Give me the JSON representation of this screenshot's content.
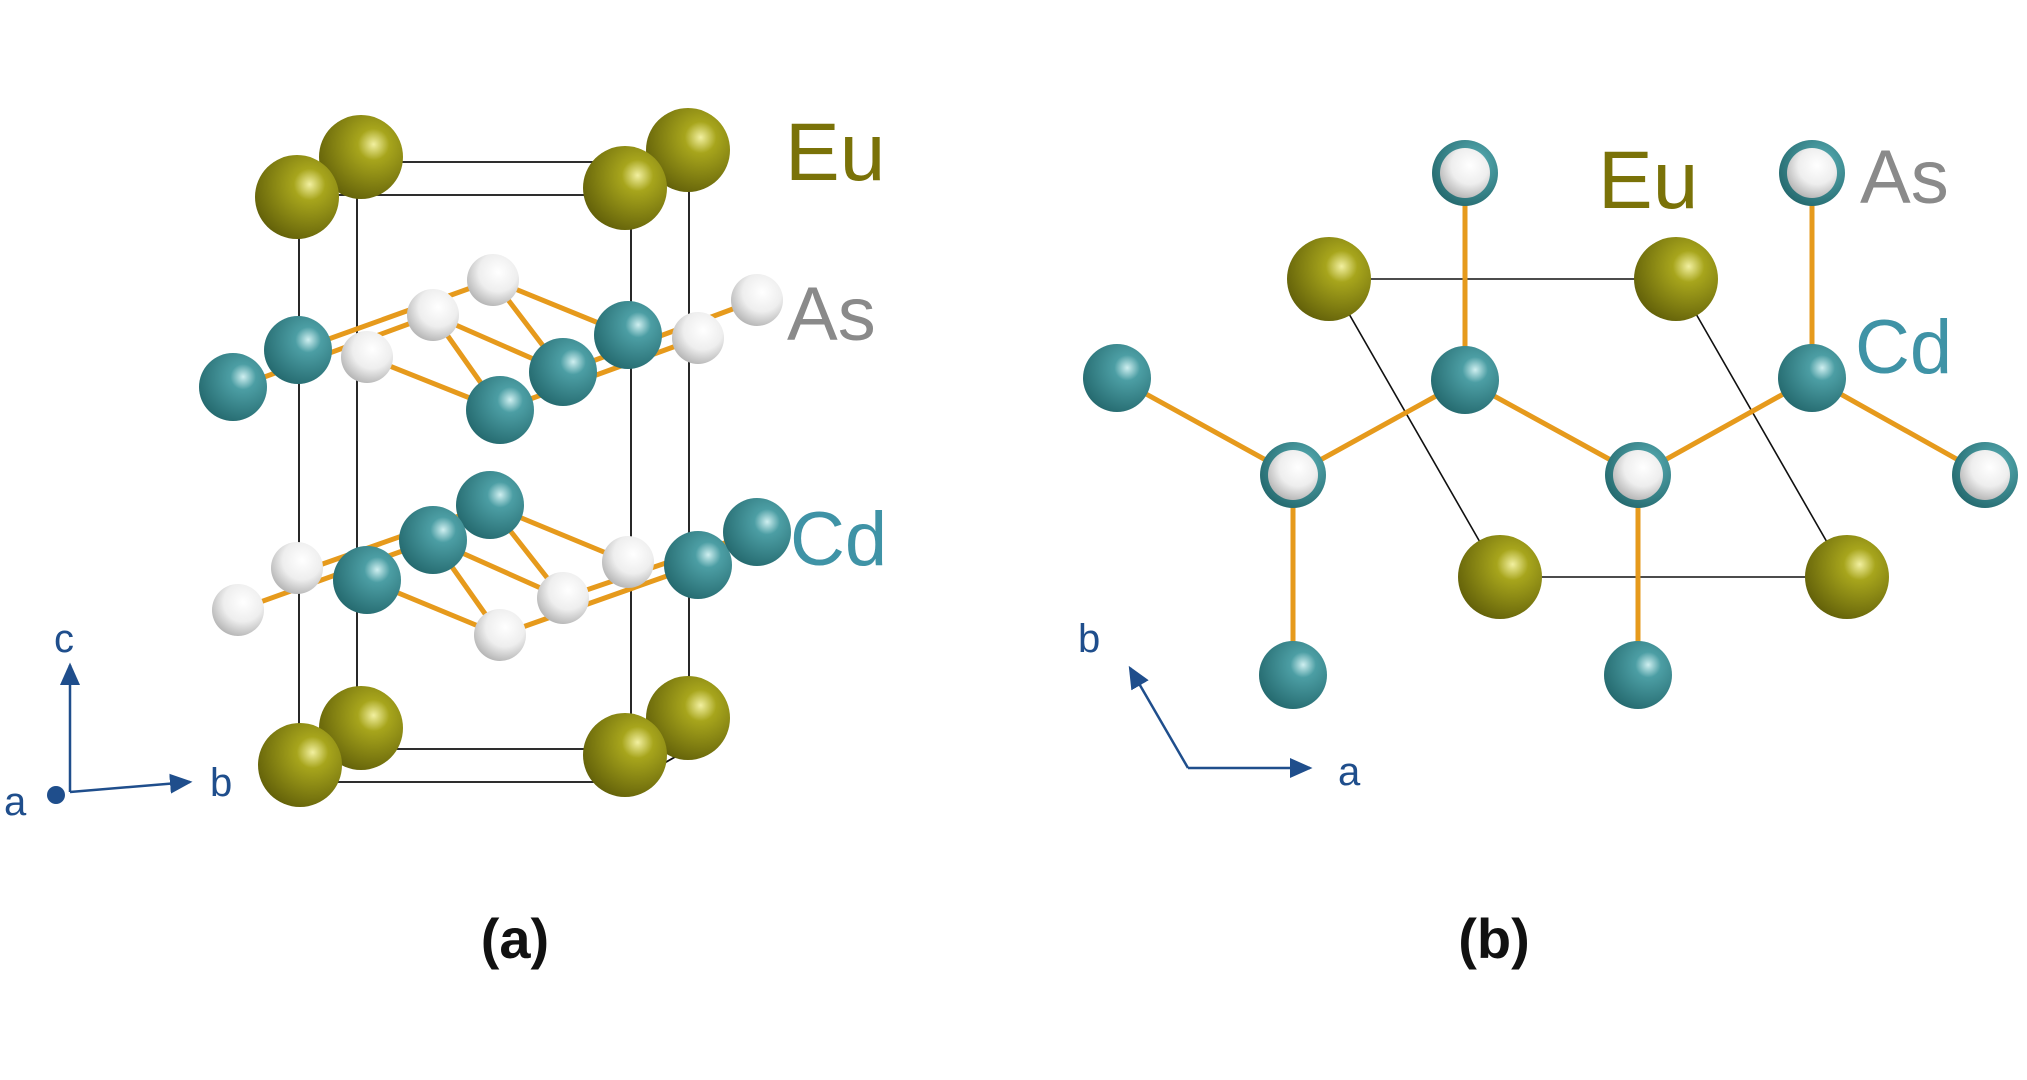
{
  "colors": {
    "eu": "#8b8a10",
    "cd": "#3f9298",
    "as": "#e6e6e6",
    "bond": "#e69a1c",
    "cell": "#111111",
    "axis": "#1f4e8c",
    "eu_label": "#7a7208",
    "as_label": "#8a8a8a",
    "cd_label": "#3f93a6"
  },
  "panels": [
    {
      "caption": "(a)",
      "labels": {
        "eu": "Eu",
        "as": "As",
        "cd": "Cd"
      },
      "axes": {
        "c": "c",
        "b": "b",
        "a": "a"
      }
    },
    {
      "caption": "(b)",
      "labels": {
        "eu": "Eu",
        "as": "As",
        "cd": "Cd"
      },
      "axes": {
        "b": "b",
        "a": "a"
      }
    }
  ]
}
